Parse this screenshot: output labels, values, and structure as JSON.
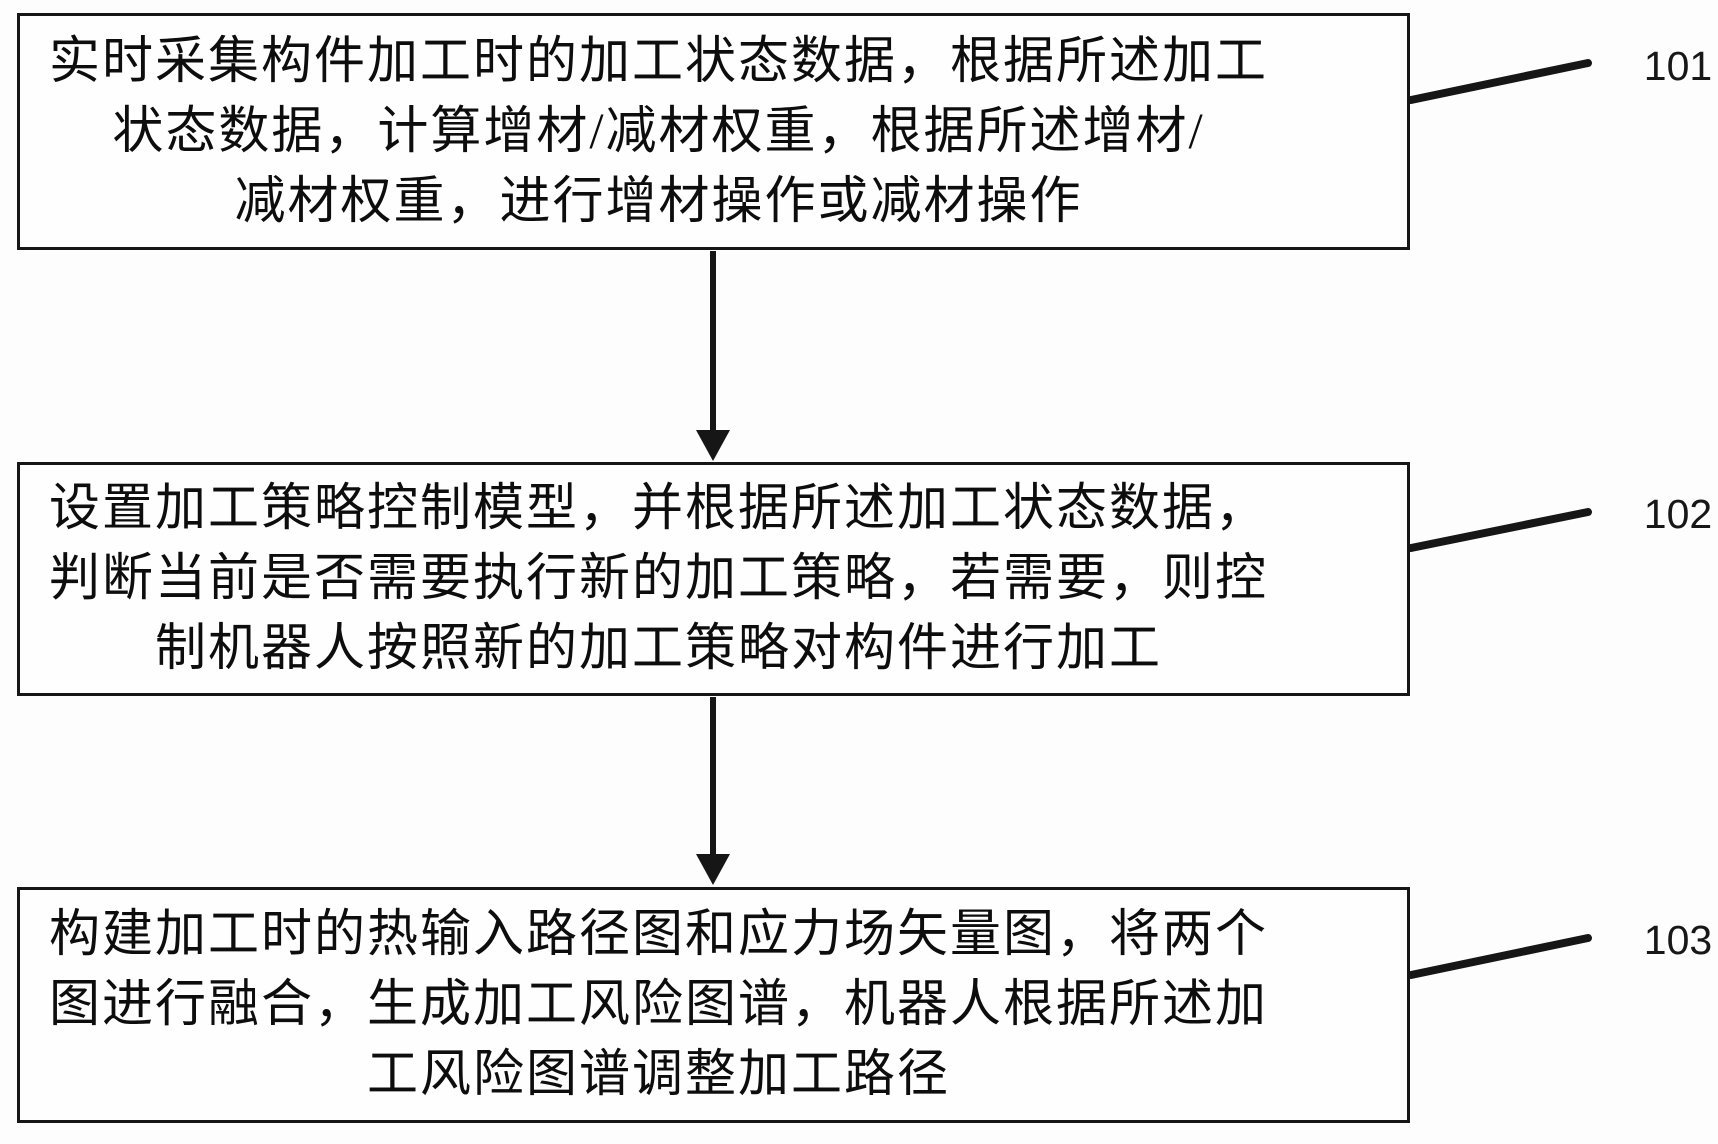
{
  "diagram": {
    "type": "flowchart",
    "colors": {
      "line": "#161616",
      "text": "#0d0d0d",
      "background": "#fdfdfe"
    },
    "steps": [
      {
        "label": "101",
        "lines": [
          "实时采集构件加工时的加工状态数据，根据所述加工",
          "状态数据，计算增材/减材权重，根据所述增材/",
          "减材权重，进行增材操作或减材操作"
        ]
      },
      {
        "label": "102",
        "lines": [
          "设置加工策略控制模型，并根据所述加工状态数据，",
          "判断当前是否需要执行新的加工策略，若需要，则控",
          "制机器人按照新的加工策略对构件进行加工"
        ]
      },
      {
        "label": "103",
        "lines": [
          "构建加工时的热输入路径图和应力场矢量图，将两个",
          "图进行融合，生成加工风险图谱，机器人根据所述加",
          "工风险图谱调整加工路径"
        ]
      }
    ]
  }
}
